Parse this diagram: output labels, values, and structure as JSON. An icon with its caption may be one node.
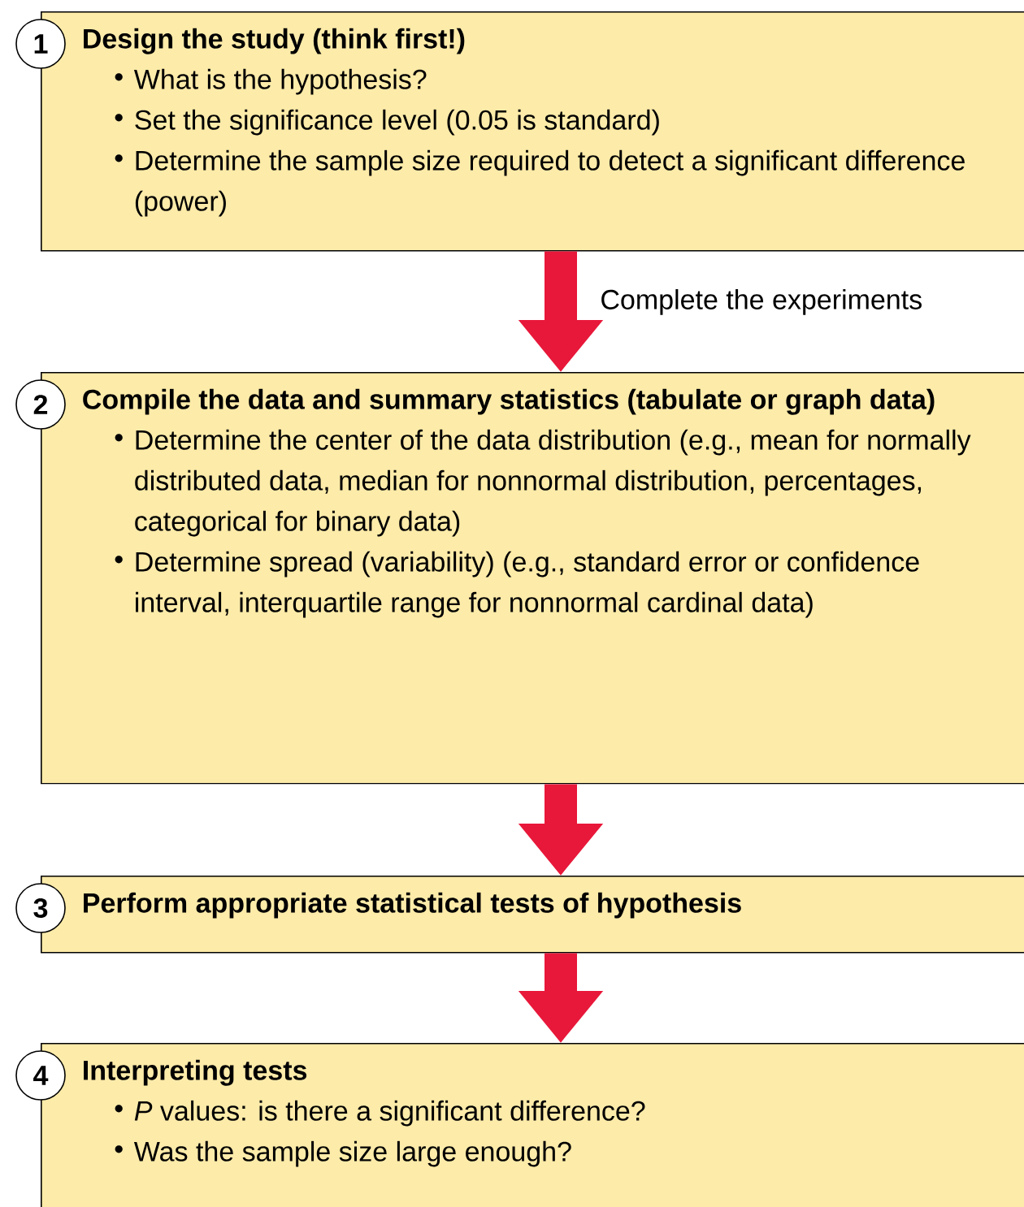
{
  "diagram": {
    "nodes": [
      {
        "text": [
          "1",
          "Design the study (think first!)",
          "What is the hypothesis?",
          "Set the significance level (0.05 is standard)",
          "Determine the sample size required to detect a significant difference (power)"
        ]
      },
      {
        "text": [
          "2",
          "Compile the data and summary statistics (tabulate or graph data)",
          "Determine the center of the data distribution (e.g., mean for normally distributed data, median for nonnormal distribution, percentages, categorical for binary data)",
          "Determine spread (variability) (e.g., standard error or confidence interval, interquartile range for nonnormal cardinal data)"
        ]
      },
      {
        "text": [
          "3",
          "Perform appropriate statistical tests of hypothesis"
        ]
      },
      {
        "text": [
          "4",
          "Interpreting tests",
          "*P* values: is there a significant difference?",
          "Was the sample size large enough?"
        ]
      }
    ],
    "edges": [
      {
        "from": 0,
        "to": 1,
        "arrow": "to",
        "label": "Complete the experiments"
      },
      {
        "from": 1,
        "to": 2,
        "arrow": "to"
      },
      {
        "from": 2,
        "to": 3,
        "arrow": "to"
      }
    ]
  }
}
